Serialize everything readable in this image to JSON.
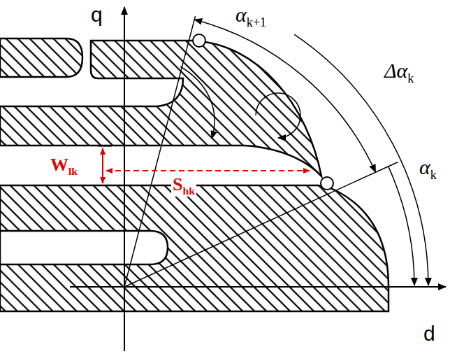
{
  "diagram": {
    "labels": [
      "q",
      "α",
      "k+1",
      "Δα",
      "k",
      "W",
      "lk",
      "S",
      "hk",
      "α",
      "k",
      "d"
    ]
  }
}
